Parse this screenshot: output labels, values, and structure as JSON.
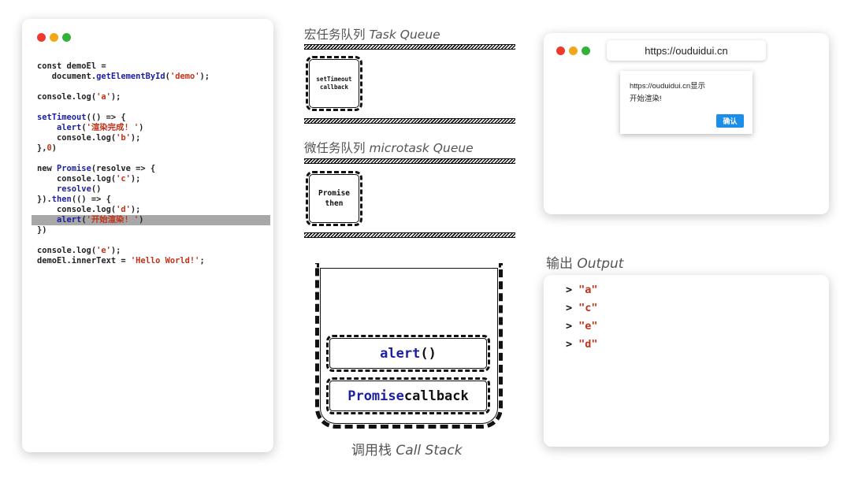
{
  "colors": {
    "dot_red": "#ec3b2e",
    "dot_yellow": "#f0a818",
    "dot_green": "#34b13a",
    "keyword": "#1b1fa0",
    "string": "#c0331a",
    "highlight": "#a8a8a8",
    "button": "#1a8ee8"
  },
  "code": {
    "lines": [
      [
        {
          "t": "const demoEl ="
        }
      ],
      [
        {
          "t": "   document."
        },
        {
          "t": "getElementById",
          "c": "kw"
        },
        {
          "t": "("
        },
        {
          "t": "'demo'",
          "c": "str"
        },
        {
          "t": ");"
        }
      ],
      [],
      [
        {
          "t": "console.log("
        },
        {
          "t": "'a'",
          "c": "str"
        },
        {
          "t": ");"
        }
      ],
      [],
      [
        {
          "t": "setTimeout",
          "c": "kw"
        },
        {
          "t": "(() => {"
        }
      ],
      [
        {
          "t": "    "
        },
        {
          "t": "alert",
          "c": "kw"
        },
        {
          "t": "("
        },
        {
          "t": "'渲染完成! '",
          "c": "str"
        },
        {
          "t": ")"
        }
      ],
      [
        {
          "t": "    console.log("
        },
        {
          "t": "'b'",
          "c": "str"
        },
        {
          "t": ");"
        }
      ],
      [
        {
          "t": "},"
        },
        {
          "t": "0",
          "c": "str"
        },
        {
          "t": ")"
        }
      ],
      [],
      [
        {
          "t": "new "
        },
        {
          "t": "Promise",
          "c": "kw"
        },
        {
          "t": "(resolve => {"
        }
      ],
      [
        {
          "t": "    console.log("
        },
        {
          "t": "'c'",
          "c": "str"
        },
        {
          "t": ");"
        }
      ],
      [
        {
          "t": "    "
        },
        {
          "t": "resolve",
          "c": "kw"
        },
        {
          "t": "()"
        }
      ],
      [
        {
          "t": "})."
        },
        {
          "t": "then",
          "c": "kw"
        },
        {
          "t": "(() => {"
        }
      ],
      [
        {
          "t": "    console.log("
        },
        {
          "t": "'d'",
          "c": "str"
        },
        {
          "t": ");"
        }
      ],
      [
        {
          "t": "    "
        },
        {
          "t": "alert",
          "c": "kw"
        },
        {
          "t": "("
        },
        {
          "t": "'开始渲染! '",
          "c": "str"
        },
        {
          "t": ")"
        }
      ],
      [
        {
          "t": "})"
        }
      ],
      [],
      [
        {
          "t": "console.log("
        },
        {
          "t": "'e'",
          "c": "str"
        },
        {
          "t": ");"
        }
      ],
      [
        {
          "t": "demoEl.innerText = "
        },
        {
          "t": "'Hello World!'",
          "c": "str"
        },
        {
          "t": ";"
        }
      ]
    ],
    "highlight_line": 15
  },
  "task_queue": {
    "title_cn": "宏任务队列",
    "title_en": "Task Queue",
    "item": [
      "setTimeout",
      "callback"
    ]
  },
  "microtask_queue": {
    "title_cn": "微任务队列",
    "title_en": "microtask Queue",
    "item": [
      "Promise",
      "then"
    ]
  },
  "call_stack": {
    "title_cn": "调用栈",
    "title_en": "Call Stack",
    "frames": [
      [
        {
          "t": "alert",
          "c": "kw"
        },
        {
          "t": "()"
        }
      ],
      [
        {
          "t": "Promise",
          "c": "kw"
        },
        {
          "t": " callback"
        }
      ]
    ]
  },
  "browser": {
    "url": "https://ouduidui.cn",
    "alert_line1": "https://ouduidui.cn显示",
    "alert_line2": "开始渲染!",
    "ok_label": "确认"
  },
  "output": {
    "title_cn": "输出",
    "title_en": "Output",
    "prompt": ">",
    "values": [
      "\"a\"",
      "\"c\"",
      "\"e\"",
      "\"d\""
    ]
  }
}
